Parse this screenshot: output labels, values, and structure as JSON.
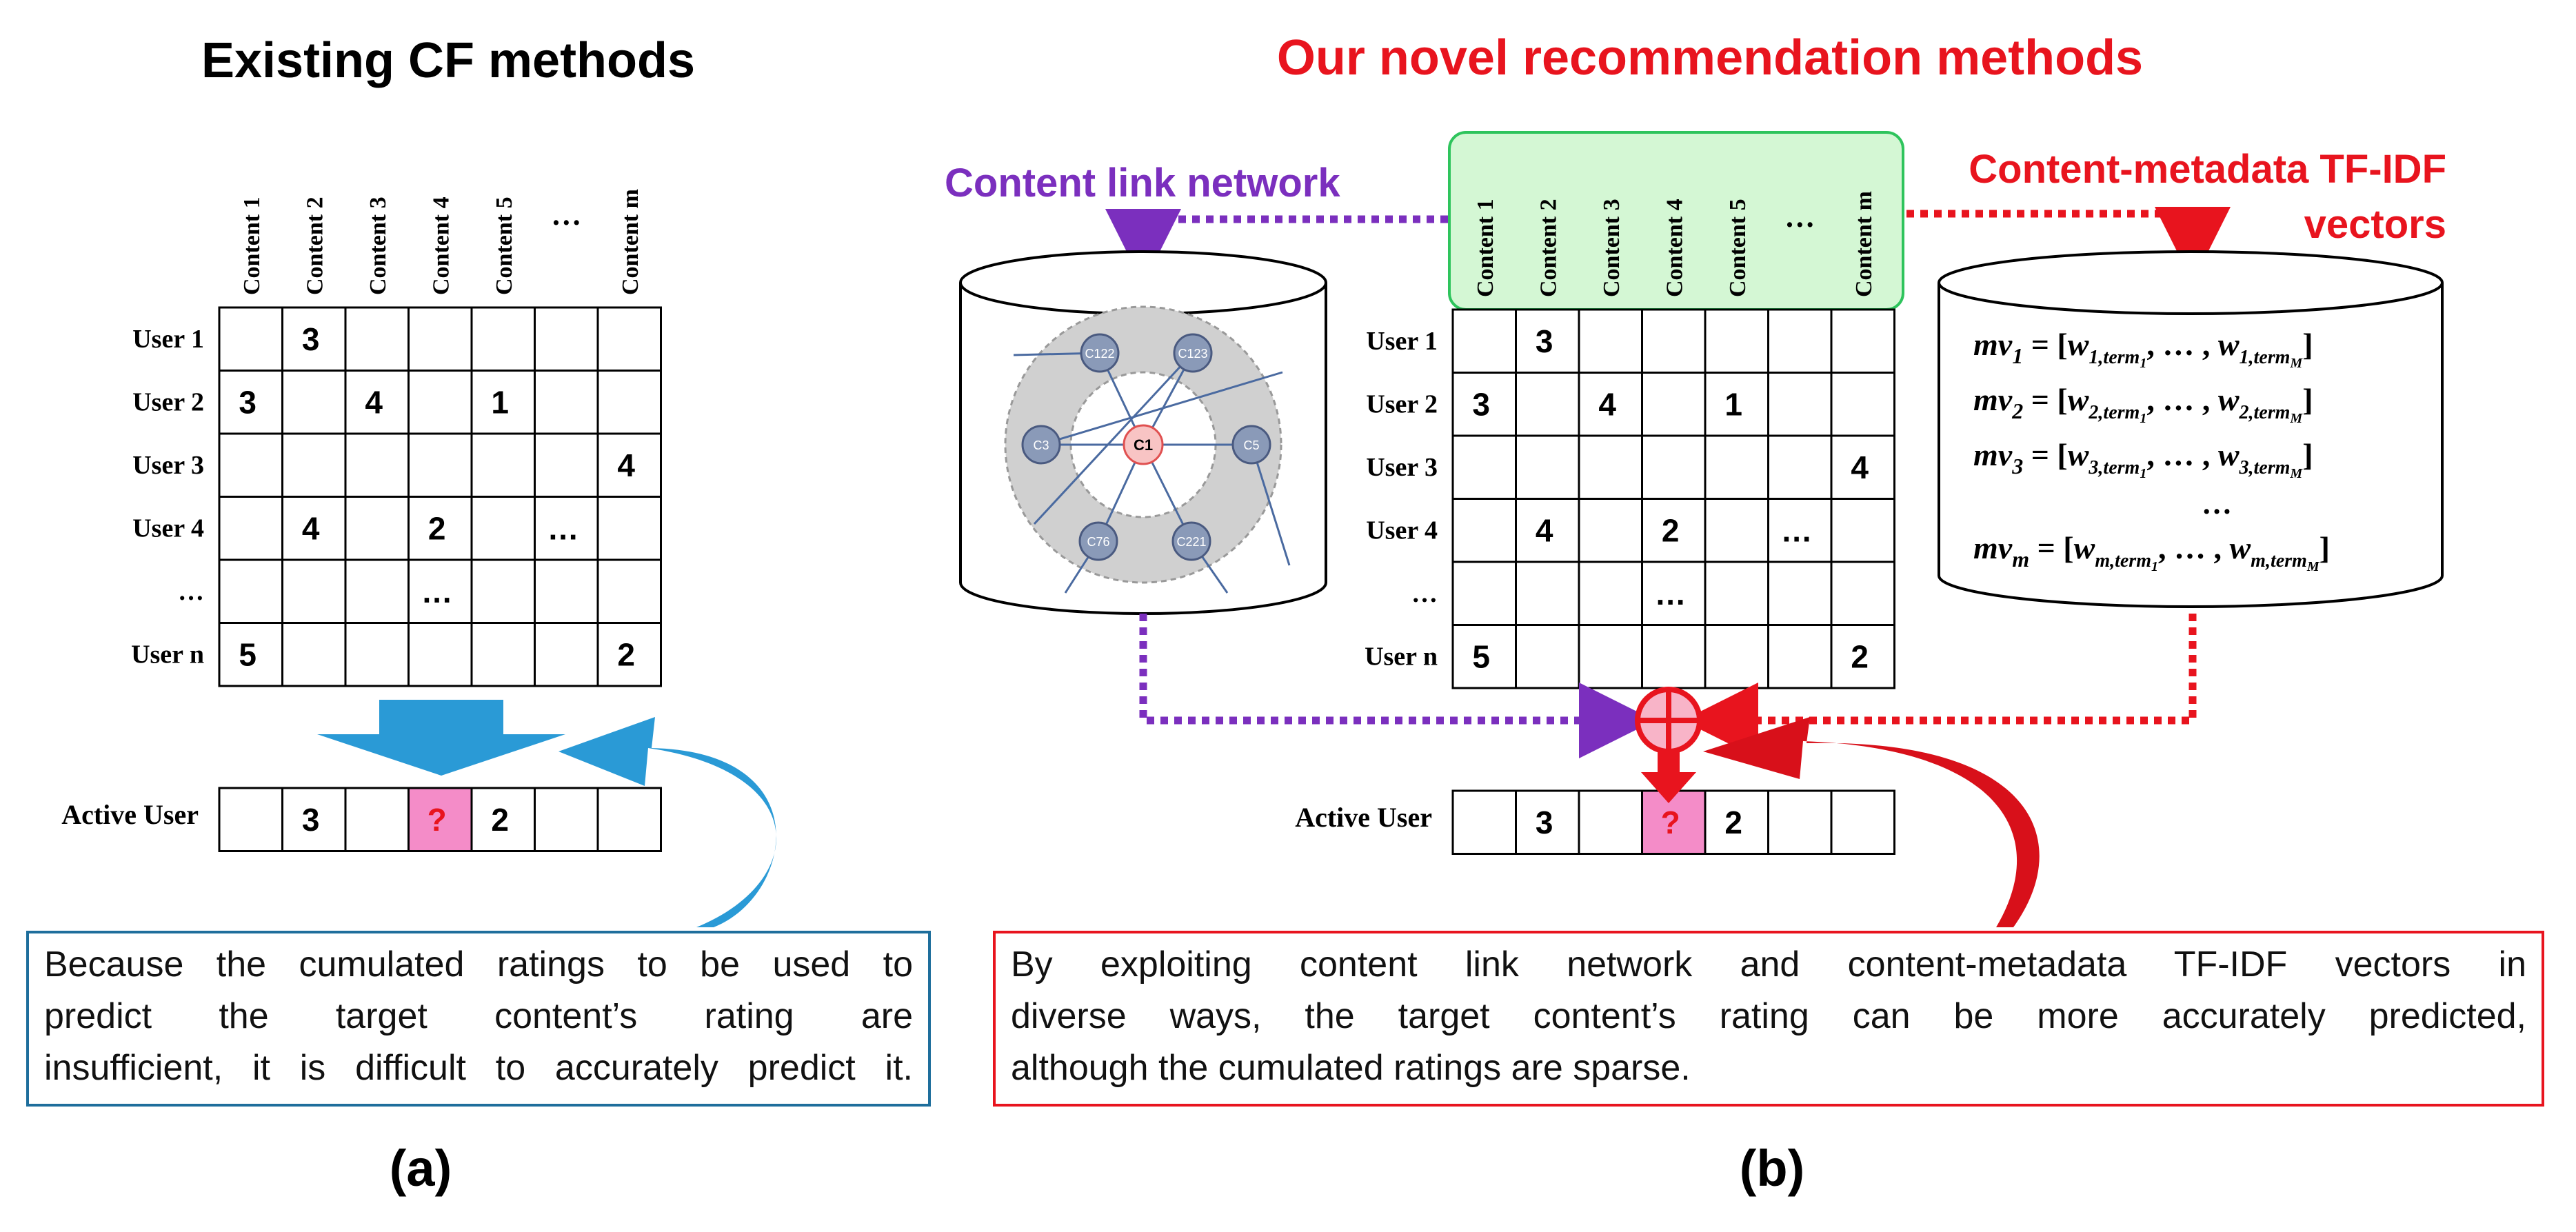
{
  "left": {
    "title": "Existing CF methods",
    "label": "(a)",
    "columns": [
      "Content 1",
      "Content 2",
      "Content 3",
      "Content 4",
      "Content 5",
      "…",
      "Content m"
    ],
    "rows": [
      {
        "user": "User 1",
        "cells": [
          "",
          "3",
          "",
          "",
          "",
          "",
          ""
        ]
      },
      {
        "user": "User 2",
        "cells": [
          "3",
          "",
          "4",
          "",
          "1",
          "",
          ""
        ]
      },
      {
        "user": "User 3",
        "cells": [
          "",
          "",
          "",
          "",
          "",
          "",
          "4"
        ]
      },
      {
        "user": "User 4",
        "cells": [
          "",
          "4",
          "",
          "2",
          "",
          "…",
          ""
        ]
      },
      {
        "user": "…",
        "cells": [
          "",
          "",
          "",
          "…",
          "",
          "",
          ""
        ]
      },
      {
        "user": "User n",
        "cells": [
          "5",
          "",
          "",
          "",
          "",
          "",
          "2"
        ]
      }
    ],
    "active_user": {
      "label": "Active User",
      "cells": [
        "",
        "3",
        "",
        "?",
        "2",
        "",
        ""
      ]
    },
    "caption": [
      "Because the cumulated ratings to be used to",
      "predict the target content’s rating are",
      "insufficient, it is difficult to accurately predict it."
    ]
  },
  "right": {
    "title": "Our novel recommendation methods",
    "label": "(b)",
    "network_label": "Content link network",
    "tfidf_label_line1": "Content-metadata TF-IDF",
    "tfidf_label_line2": "vectors",
    "columns": [
      "Content 1",
      "Content 2",
      "Content 3",
      "Content 4",
      "Content 5",
      "…",
      "Content m"
    ],
    "rows": [
      {
        "user": "User 1",
        "cells": [
          "",
          "3",
          "",
          "",
          "",
          "",
          ""
        ]
      },
      {
        "user": "User 2",
        "cells": [
          "3",
          "",
          "4",
          "",
          "1",
          "",
          ""
        ]
      },
      {
        "user": "User 3",
        "cells": [
          "",
          "",
          "",
          "",
          "",
          "",
          "4"
        ]
      },
      {
        "user": "User 4",
        "cells": [
          "",
          "4",
          "",
          "2",
          "",
          "…",
          ""
        ]
      },
      {
        "user": "…",
        "cells": [
          "",
          "",
          "",
          "…",
          "",
          "",
          ""
        ]
      },
      {
        "user": "User n",
        "cells": [
          "5",
          "",
          "",
          "",
          "",
          "",
          "2"
        ]
      }
    ],
    "active_user": {
      "label": "Active User",
      "cells": [
        "",
        "3",
        "",
        "?",
        "2",
        "",
        ""
      ]
    },
    "network_nodes": [
      "C1",
      "C122",
      "C123",
      "C3",
      "C5",
      "C76",
      "C221"
    ],
    "vectors": [
      {
        "lhs": "mv",
        "lhs_sub": "1",
        "w": "w",
        "w_sub": "1,term",
        "w_sub2": "1",
        "end_sub": "1,term",
        "end_sub2": "M"
      },
      {
        "lhs": "mv",
        "lhs_sub": "2",
        "w": "w",
        "w_sub": "2,term",
        "w_sub2": "1",
        "end_sub": "2,term",
        "end_sub2": "M"
      },
      {
        "lhs": "mv",
        "lhs_sub": "3",
        "w": "w",
        "w_sub": "3,term",
        "w_sub2": "1",
        "end_sub": "3,term",
        "end_sub2": "M"
      },
      {
        "lhs": "mv",
        "lhs_sub": "m",
        "w": "w",
        "w_sub": "m,term",
        "w_sub2": "1",
        "end_sub": "m,term",
        "end_sub2": "M"
      }
    ],
    "vector_ellipsis": "…",
    "vector_mid_ellipsis": "…",
    "caption": [
      "By exploiting content link network and content-metadata TF-IDF vectors in",
      "diverse ways, the target content’s rating can be more accurately predicted,",
      "although the cumulated ratings are sparse."
    ]
  },
  "colors": {
    "red": "#e8141e",
    "purple": "#7b2fbe",
    "blue": "#2a9ad6",
    "pink": "#f48cc8",
    "green_box": "#d4f7d4",
    "teal_border": "#1e6e9c"
  }
}
